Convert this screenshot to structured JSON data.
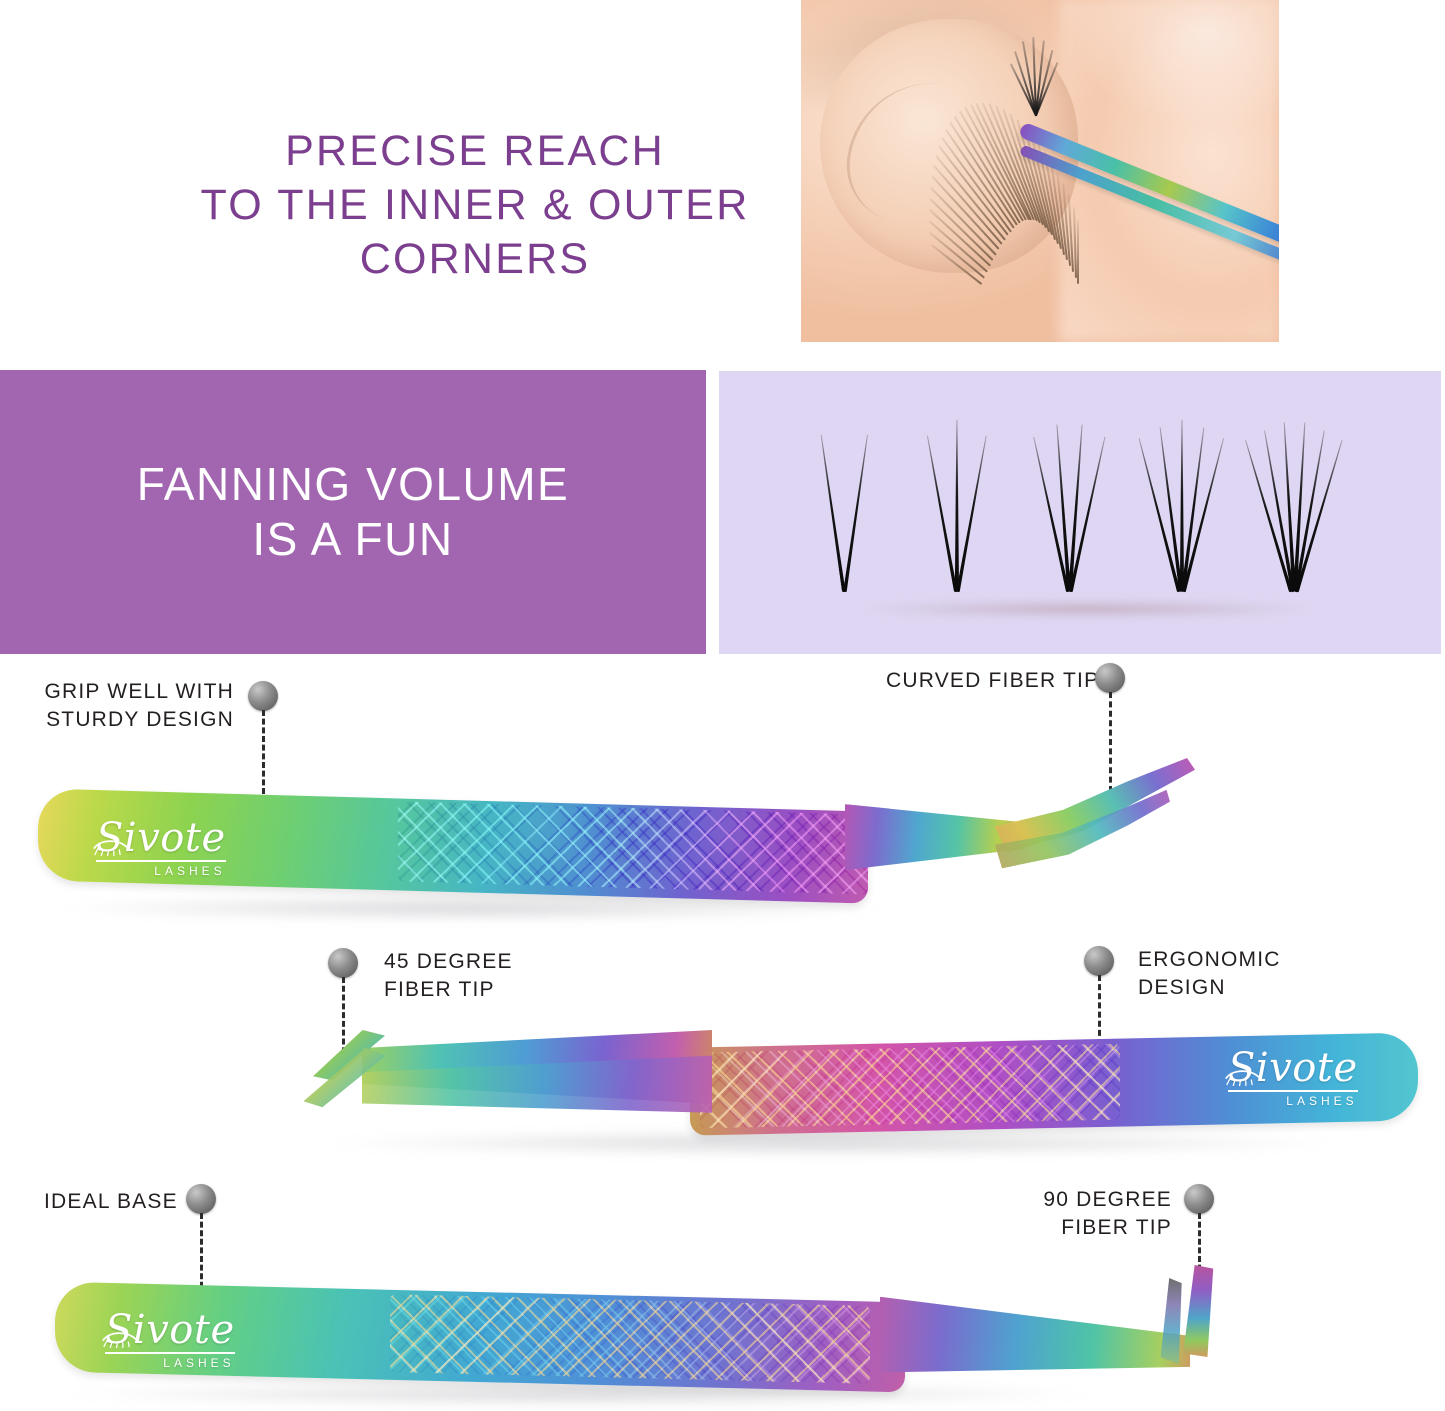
{
  "meta": {
    "kind": "product-infographic",
    "brand": "Sivote",
    "brand_sub": "LASHES"
  },
  "colors": {
    "headline_purple": "#7C3F8F",
    "banner_purple": "#A266B0",
    "panel_lavender": "#DED6F2",
    "label_text": "#231F20",
    "dot_gray": "#4E4E4E",
    "white": "#FFFFFF"
  },
  "headline": {
    "lines": [
      "PRECISE REACH",
      "TO THE INNER & OUTER",
      "CORNERS"
    ]
  },
  "eye_photo": {
    "alt": "close-up of eye with lash extension applied by rainbow tweezers"
  },
  "banner": {
    "lines": [
      "FANNING VOLUME",
      "IS A FUN"
    ]
  },
  "lash_panel": {
    "alt": "five black lash fans with increasing hair counts",
    "fan_counts": [
      2,
      3,
      4,
      5,
      6
    ]
  },
  "callouts": [
    {
      "id": "grip-well",
      "lines": [
        "GRIP WELL WITH",
        "STURDY DESIGN"
      ],
      "align": "right"
    },
    {
      "id": "curved-fiber-tip",
      "lines": [
        "CURVED FIBER TIP"
      ],
      "align": "right"
    },
    {
      "id": "45-degree-fiber-tip",
      "lines": [
        "45 DEGREE",
        "FIBER TIP"
      ],
      "align": "left"
    },
    {
      "id": "ergonomic-design",
      "lines": [
        "ERGONOMIC",
        "DESIGN"
      ],
      "align": "left"
    },
    {
      "id": "ideal-base",
      "lines": [
        "IDEAL BASE"
      ],
      "align": "right"
    },
    {
      "id": "90-degree-fiber-tip",
      "lines": [
        "90 DEGREE",
        "FIBER TIP"
      ],
      "align": "right"
    }
  ],
  "tweezers": [
    {
      "id": "curved-tip-tweezer",
      "finish": "rainbow iridescent yellow-green to blue",
      "tip_style": "curved",
      "logo": "Sivote",
      "logo_sub": "LASHES"
    },
    {
      "id": "45-degree-tweezer",
      "finish": "rainbow iridescent pink to blue",
      "tip_style": "45 degree",
      "logo": "Sivote",
      "logo_sub": "LASHES"
    },
    {
      "id": "90-degree-tweezer",
      "finish": "rainbow iridescent green to blue",
      "tip_style": "90 degree",
      "logo": "Sivote",
      "logo_sub": "LASHES"
    }
  ]
}
